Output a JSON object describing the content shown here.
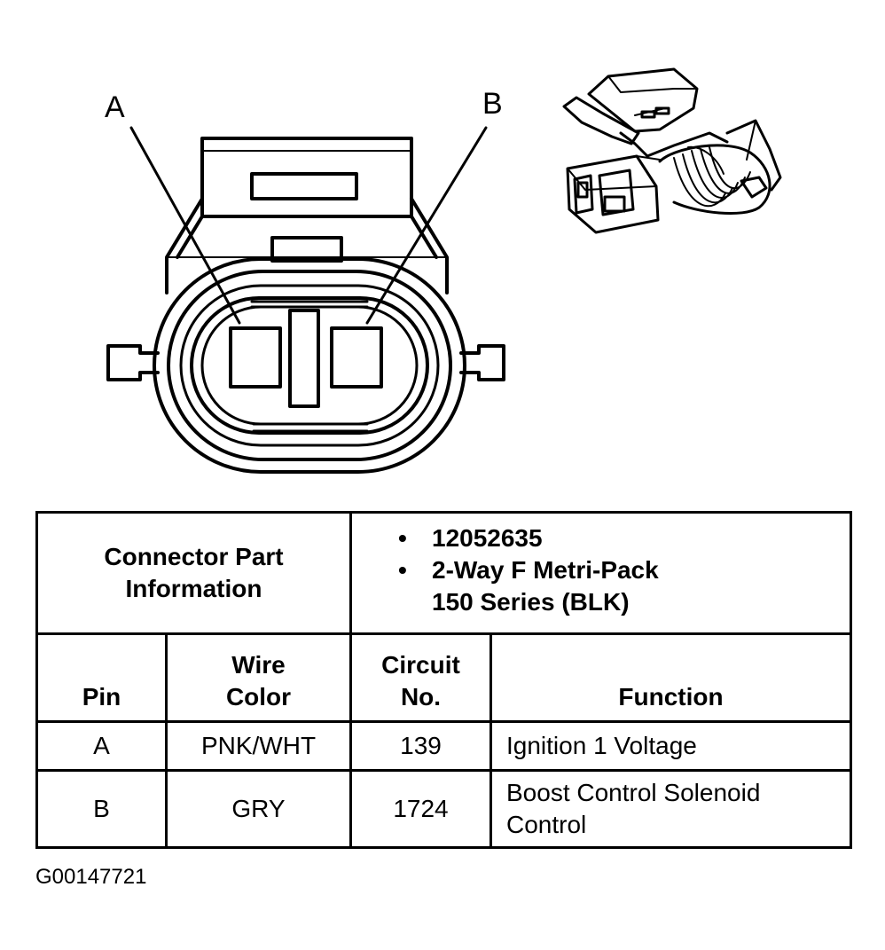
{
  "diagram": {
    "pin_labels": {
      "a": "A",
      "b": "B"
    }
  },
  "connector_info": {
    "label_line1": "Connector Part",
    "label_line2": "Information",
    "items": [
      {
        "line1": "12052635",
        "line2": ""
      },
      {
        "line1": "2-Way F Metri-Pack",
        "line2": "150 Series (BLK)"
      }
    ]
  },
  "table": {
    "headers": {
      "pin": "Pin",
      "wire_color_1": "Wire",
      "wire_color_2": "Color",
      "circuit_1": "Circuit",
      "circuit_2": "No.",
      "function": "Function"
    },
    "rows": [
      {
        "pin": "A",
        "wire_color": "PNK/WHT",
        "circuit": "139",
        "function_1": "Ignition 1 Voltage",
        "function_2": ""
      },
      {
        "pin": "B",
        "wire_color": "GRY",
        "circuit": "1724",
        "function_1": "Boost Control Solenoid",
        "function_2": "Control"
      }
    ]
  },
  "figure_id": "G00147721"
}
